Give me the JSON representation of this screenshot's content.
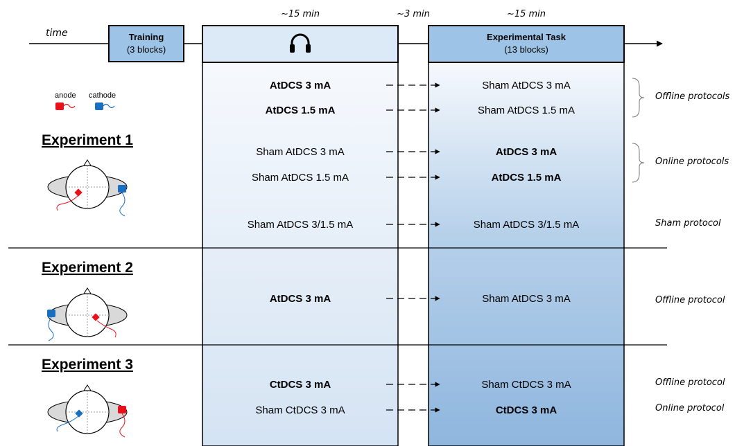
{
  "timeline": {
    "time_label": "time",
    "dur_stim": "~15 min",
    "dur_gap": "~3 min",
    "dur_task": "~15 min",
    "training_title": "Training",
    "training_sub": "(3 blocks)",
    "task_title": "Experimental Task",
    "task_sub": "(13 blocks)",
    "headphones_icon": "headphones-icon"
  },
  "legend": {
    "anode": "anode",
    "cathode": "cathode",
    "anode_color": "#e8101a",
    "cathode_color": "#1a6ec0"
  },
  "experiments": [
    {
      "title": "Experiment 1",
      "rows": [
        {
          "stim": "AtDCS 3 mA",
          "stim_bold": true,
          "task": "Sham AtDCS 3 mA",
          "task_bold": false
        },
        {
          "stim": "AtDCS 1.5 mA",
          "stim_bold": true,
          "task": "Sham AtDCS 1.5 mA",
          "task_bold": false
        },
        {
          "stim": "Sham AtDCS 3 mA",
          "stim_bold": false,
          "task": "AtDCS 3 mA",
          "task_bold": true
        },
        {
          "stim": "Sham AtDCS 1.5 mA",
          "stim_bold": false,
          "task": "AtDCS 1.5 mA",
          "task_bold": true
        },
        {
          "stim": "Sham AtDCS 3/1.5 mA",
          "stim_bold": false,
          "task": "Sham AtDCS 3/1.5 mA",
          "task_bold": false
        }
      ],
      "protocols": [
        "Offline protocols",
        "Online protocols",
        "Sham protocol"
      ]
    },
    {
      "title": "Experiment 2",
      "rows": [
        {
          "stim": "AtDCS 3 mA",
          "stim_bold": true,
          "task": "Sham AtDCS 3 mA",
          "task_bold": false
        }
      ],
      "protocols": [
        "Offline protocol"
      ]
    },
    {
      "title": "Experiment 3",
      "rows": [
        {
          "stim": "CtDCS 3 mA",
          "stim_bold": true,
          "task": "Sham CtDCS 3 mA",
          "task_bold": false
        },
        {
          "stim": "Sham CtDCS 3 mA",
          "stim_bold": false,
          "task": "CtDCS 3 mA",
          "task_bold": true
        }
      ],
      "protocols": [
        "Offline protocol",
        "Online protocol"
      ]
    }
  ]
}
